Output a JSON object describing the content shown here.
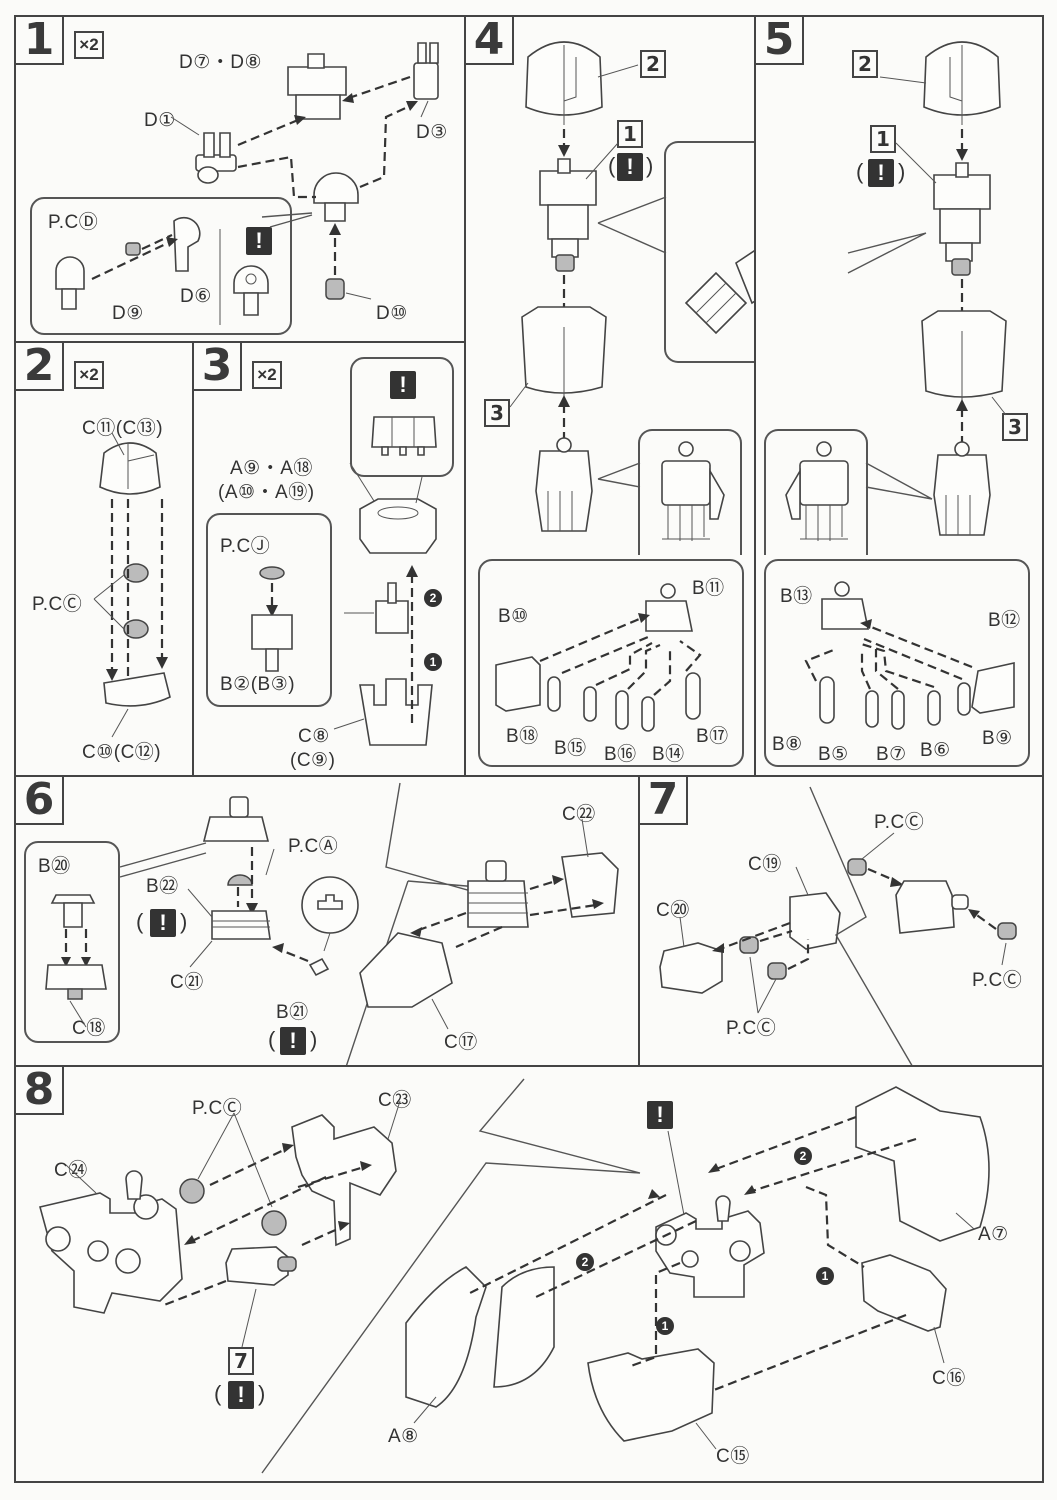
{
  "steps": [
    {
      "number": "1",
      "multiplier": "×2",
      "labels": {
        "d7_d8": "D⑦・D⑧",
        "d1": "D①",
        "d3": "D③",
        "pcd": "P.CⒹ",
        "d6": "D⑥",
        "d9": "D⑨",
        "d10": "D⑩"
      },
      "warning_icon": "exclamation-icon"
    },
    {
      "number": "2",
      "multiplier": "×2",
      "labels": {
        "top": "C⑪(C⑬)",
        "pcc": "P.CⒸ",
        "bottom": "C⑩(C⑫)"
      }
    },
    {
      "number": "3",
      "multiplier": "×2",
      "labels": {
        "a_top": "A⑨・A⑱",
        "a_alt": "(A⑩・A⑲)",
        "pcj": "P.CⒿ",
        "b2": "B②(B③)",
        "c8": "C⑧",
        "c9": "(C⑨)"
      },
      "sequence": [
        "❶",
        "❷"
      ]
    },
    {
      "number": "4",
      "refs": {
        "head": "2",
        "core": "1",
        "body": "3"
      },
      "labels": {
        "b10": "B⑩",
        "b11": "B⑪",
        "b18": "B⑱",
        "b15": "B⑮",
        "b16": "B⑯",
        "b14": "B⑭",
        "b17": "B⑰"
      }
    },
    {
      "number": "5",
      "refs": {
        "head": "2",
        "core": "1",
        "body": "3"
      },
      "labels": {
        "b13": "B⑬",
        "b12": "B⑫",
        "b8": "B⑧",
        "b5": "B⑤",
        "b7": "B⑦",
        "b6": "B⑥",
        "b9": "B⑨"
      }
    },
    {
      "number": "6",
      "labels": {
        "b20": "B⑳",
        "c18": "C⑱",
        "pca": "P.CⒶ",
        "b22": "B㉒",
        "c21": "C㉑",
        "b21": "B㉑",
        "c22": "C㉒",
        "c17": "C⑰"
      }
    },
    {
      "number": "7",
      "labels": {
        "c19": "C⑲",
        "c20": "C⑳",
        "pcc_left": "P.CⒸ",
        "pcc_top": "P.CⒸ",
        "pcc_right": "P.CⒸ"
      }
    },
    {
      "number": "8",
      "labels": {
        "pcc": "P.CⒸ",
        "c23": "C㉓",
        "c24": "C㉔",
        "ref7": "7",
        "a8": "A⑧",
        "a7": "A⑦",
        "c16": "C⑯",
        "c15": "C⑮"
      },
      "sequence": [
        "❶",
        "❷"
      ]
    }
  ],
  "symbols": {
    "warning": "!",
    "open_paren": "(",
    "close_paren": ")",
    "seq1": "1",
    "seq2": "2"
  }
}
